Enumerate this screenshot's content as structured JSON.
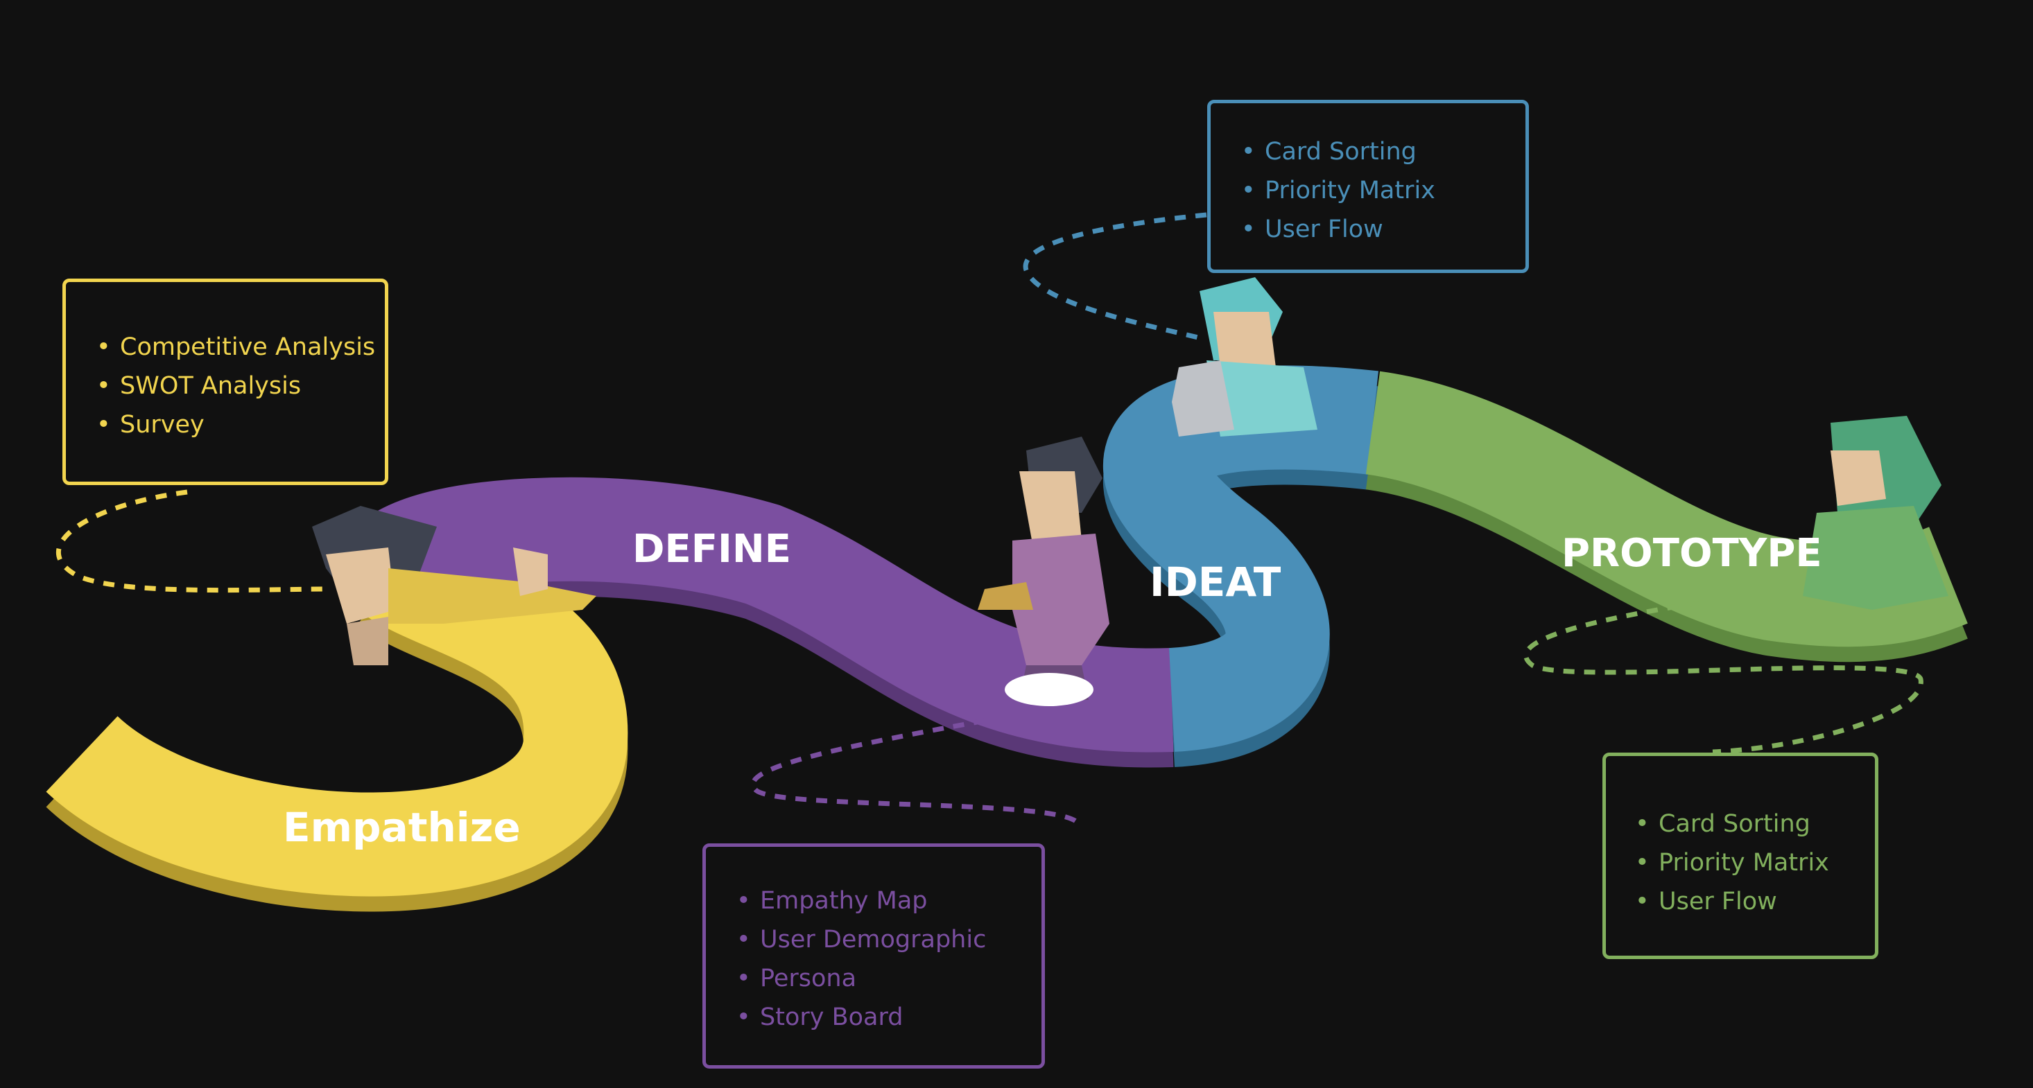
{
  "colors": {
    "background": "#111111",
    "empathize": "#f2d54f",
    "define": "#7b4fa0",
    "ideate": "#4a8fb8",
    "prototype": "#82b05d"
  },
  "stages": {
    "empathize": {
      "label": "Empathize",
      "items": [
        "Competitive Analysis",
        "SWOT Analysis",
        "Survey"
      ]
    },
    "define": {
      "label": "DEFINE",
      "items": [
        "Empathy Map",
        "User Demographic",
        "Persona",
        "Story Board"
      ]
    },
    "ideate": {
      "label": "IDEAT",
      "items": [
        "Card Sorting",
        "Priority Matrix",
        "User Flow"
      ]
    },
    "prototype": {
      "label": "PROTOTYPE",
      "items": [
        "Card Sorting",
        "Priority Matrix",
        "User Flow"
      ]
    }
  }
}
